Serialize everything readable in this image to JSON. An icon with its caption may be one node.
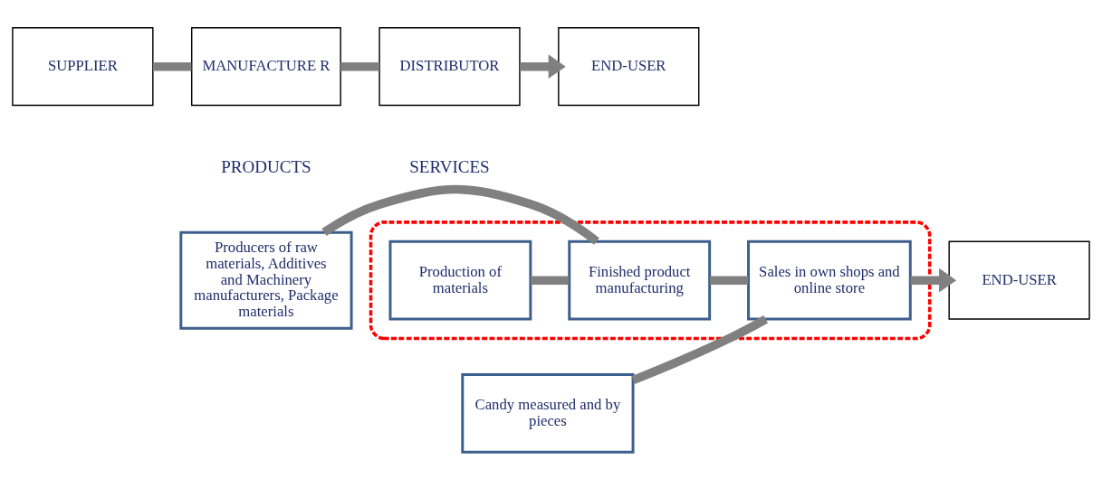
{
  "diagram": {
    "nodes": [
      {
        "text": [
          "SUPPLIER"
        ]
      },
      {
        "text": [
          "MANUFACTURE R"
        ]
      },
      {
        "text": [
          "DISTRIBUTOR"
        ]
      },
      {
        "text": [
          "END-USER"
        ]
      },
      {
        "text": [
          "Producers of raw materials, Additives and Machinery manufacturers, Package materials"
        ]
      },
      {
        "text": [],
        "shape": "box"
      },
      {
        "text": [
          "Production of materials"
        ],
        "in": 5
      },
      {
        "text": [
          "Finished product manufacturing"
        ],
        "in": 5
      },
      {
        "text": [
          "Sales in own shops and online store"
        ],
        "in": 5
      },
      {
        "text": [
          "END-USER"
        ]
      },
      {
        "text": [
          "Candy measured and by pieces"
        ]
      }
    ],
    "edges": [
      {
        "from": 0,
        "to": 1,
        "arrow": "none"
      },
      {
        "from": 1,
        "to": 2,
        "arrow": "none"
      },
      {
        "from": 2,
        "to": 3,
        "arrow": "to"
      },
      {
        "from": 6,
        "to": 7,
        "arrow": "none"
      },
      {
        "from": 7,
        "to": 8,
        "arrow": "none"
      },
      {
        "from": 8,
        "to": 9,
        "arrow": "to"
      },
      {
        "from": 4,
        "to": 7,
        "arrow": "none"
      },
      {
        "from": 10,
        "to": 8,
        "arrow": "none"
      }
    ],
    "labels": [
      "PRODUCTS",
      "SERVICES"
    ]
  }
}
